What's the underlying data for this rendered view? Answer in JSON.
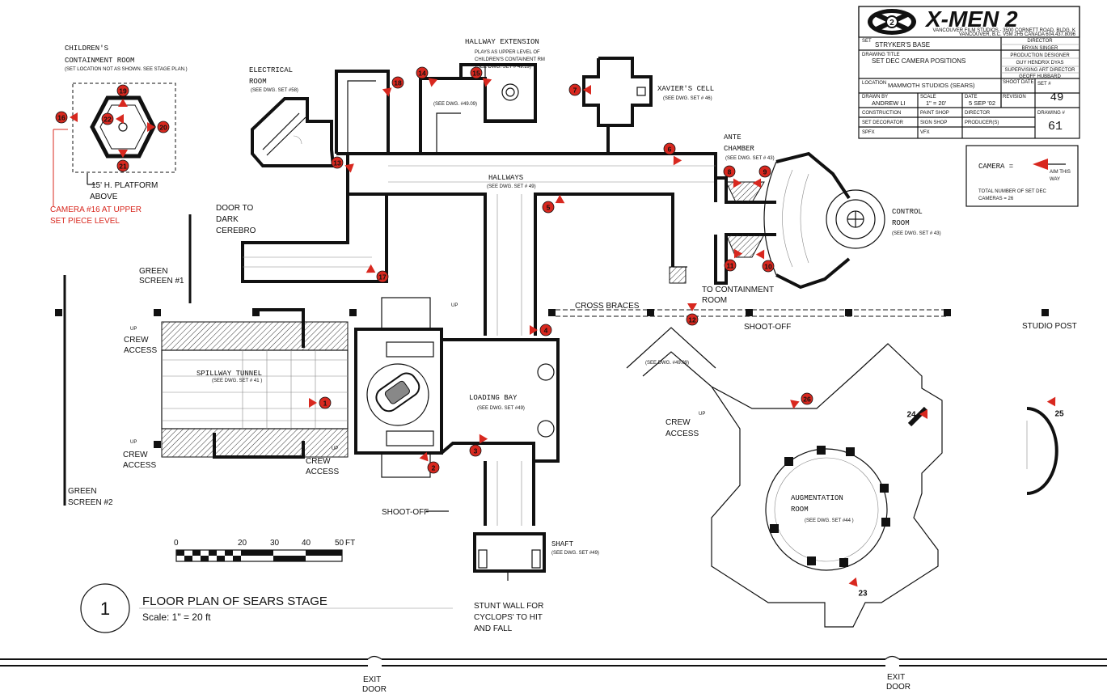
{
  "title_block": {
    "logo_text": "X-MEN 2",
    "studio_line1": "VANCOUVER FILM STUDIOS - 3500 CORNETT ROAD, BLDG. K",
    "studio_line2": "VANCOUVER, B.C. V5M 2H5 CANADA 604.437.8096",
    "set_label": "SET",
    "set_value": "STRYKER'S BASE",
    "director_label": "DIRECTOR",
    "director_value": "BRYAN SINGER",
    "drawing_title_label": "DRAWING TITLE",
    "drawing_title_value": "SET DEC CAMERA POSITIONS",
    "production_designer_label": "PRODUCTION DESIGNER",
    "production_designer_value": "GUY HENDRIX DYAS",
    "supervising_ad_label": "SUPERVISING ART DIRECTOR",
    "supervising_ad_value": "GEOFF HUBBARD",
    "location_label": "LOCATION",
    "location_value": "MAMMOTH STUDIOS (SEARS)",
    "shoot_date_label": "SHOOT DATE",
    "set_no_label": "SET #",
    "set_no_value": "49",
    "drawn_by_label": "DRAWN BY",
    "drawn_by_value": "ANDREW LI",
    "scale_label": "SCALE",
    "scale_value": "1\" = 20'",
    "date_label": "DATE",
    "date_value": "5 SEP '02",
    "revision_label": "REVISION",
    "drawing_no_label": "DRAWING #",
    "drawing_no_value": "61",
    "construction_label": "CONSTRUCTION",
    "paint_shop_label": "PAINT SHOP",
    "director2_label": "DIRECTOR",
    "set_decorator_label": "SET DECORATOR",
    "sign_shop_label": "SIGN SHOP",
    "producers_label": "PRODUCER(S)",
    "spfx_label": "SPFX",
    "vfx_label": "VFX"
  },
  "legend": {
    "camera_label": "CAMERA  =",
    "aim_label_1": "AIM THIS",
    "aim_label_2": "WAY",
    "total_line_1": "TOTAL NUMBER OF SET DEC",
    "total_line_2": "CAMERAS = 26"
  },
  "rooms": {
    "childrens_1": "CHILDREN'S",
    "childrens_2": "CONTAINMENT ROOM",
    "childrens_note": "(SET LOCATION NOT AS SHOWN. SEE STAGE PLAN.)",
    "platform_1": "15' H. PLATFORM",
    "platform_2": "ABOVE",
    "camera16_1": "CAMERA #16 AT UPPER",
    "camera16_2": "SET PIECE LEVEL",
    "electrical_1": "ELECTRICAL",
    "electrical_2": "ROOM",
    "electrical_ref": "(SEE DWG. SET #58)",
    "hall_ext": "HALLWAY EXTENSION",
    "hall_ext_n1": "PLAYS AS UPPER LEVEL OF",
    "hall_ext_n2": "CHILDREN'S CONTAINENT RM",
    "hall_ext_ref": "(SEE DWG. SET # 49.19)",
    "hall_ext_ref2": "(SEE DWG. #49.09)",
    "xavier": "XAVIER'S CELL",
    "xavier_ref": "(SEE DWG. SET # 46)",
    "ante_1": "ANTE",
    "ante_2": "CHAMBER",
    "ante_ref": "(SEE DWG. SET # 43)",
    "control_1": "CONTROL",
    "control_2": "ROOM",
    "control_ref": "(SEE DWG. SET # 43)",
    "hallways": "HALLWAYS",
    "hallways_ref": "(SEE DWG. SET # 49)",
    "door_1": "DOOR TO",
    "door_2": "DARK",
    "door_3": "CEREBRO",
    "green1_1": "GREEN",
    "green1_2": "SCREEN #1",
    "green2_1": "GREEN",
    "green2_2": "SCREEN #2",
    "crew_1": "CREW",
    "crew_2": "ACCESS",
    "spillway": "SPILLWAY TUNNEL",
    "spillway_ref": "(SEE DWG. SET # 41 )",
    "loading": "LOADING BAY",
    "loading_ref": "(SEE DWG. SET #49)",
    "to_cont_1": "TO CONTAINMENT",
    "to_cont_2": "ROOM",
    "cross": "CROSS BRACES",
    "shootoff": "SHOOT-OFF",
    "studio_post": "STUDIO POST",
    "aug_ref_top": "(SEE DWG. #49.09)",
    "augment_1": "AUGMENTATION",
    "augment_2": "ROOM",
    "augment_ref": "(SEE DWG. SET #44 )",
    "shaft": "SHAFT",
    "shaft_ref": "(SEE DWG. SET #49)",
    "stunt_1": "STUNT WALL FOR",
    "stunt_2": "CYCLOPS' TO HIT",
    "stunt_3": "AND FALL",
    "up": "UP",
    "exit_1": "EXIT",
    "exit_2": "DOOR"
  },
  "scale_bar": {
    "ticks": [
      "0",
      "20",
      "30",
      "40",
      "50"
    ],
    "unit": "FT"
  },
  "drawing_caption": {
    "number": "1",
    "title": "FLOOR PLAN OF SEARS STAGE",
    "scale": "Scale: 1\" = 20 ft"
  },
  "cameras": [
    "1",
    "2",
    "3",
    "4",
    "5",
    "6",
    "7",
    "8",
    "9",
    "10",
    "11",
    "12",
    "13",
    "14",
    "15",
    "16",
    "17",
    "18",
    "19",
    "20",
    "21",
    "22",
    "23",
    "24",
    "25",
    "26"
  ],
  "colors": {
    "camera_red": "#d8281f",
    "line": "#111111"
  }
}
